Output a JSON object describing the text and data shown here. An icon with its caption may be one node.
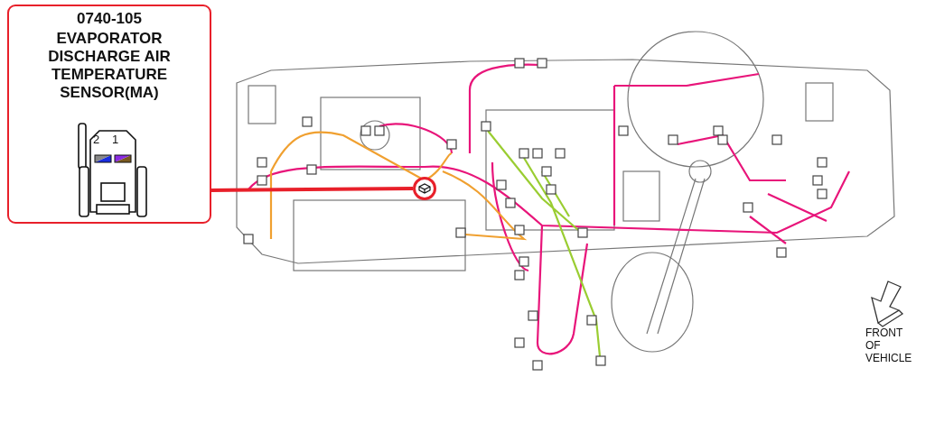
{
  "diagram": {
    "nodes": [
      {
        "text": [
          "0740-105",
          "EVAPORATOR DISCHARGE AIR TEMPERATURE SENSOR(MA)"
        ]
      },
      {
        "text": [],
        "shape": "circle"
      }
    ],
    "edges": [
      {
        "from": 0,
        "to": 1,
        "arrow": "none"
      }
    ],
    "labels": [
      "2",
      "1",
      "FRONT OF VEHICLE"
    ]
  }
}
